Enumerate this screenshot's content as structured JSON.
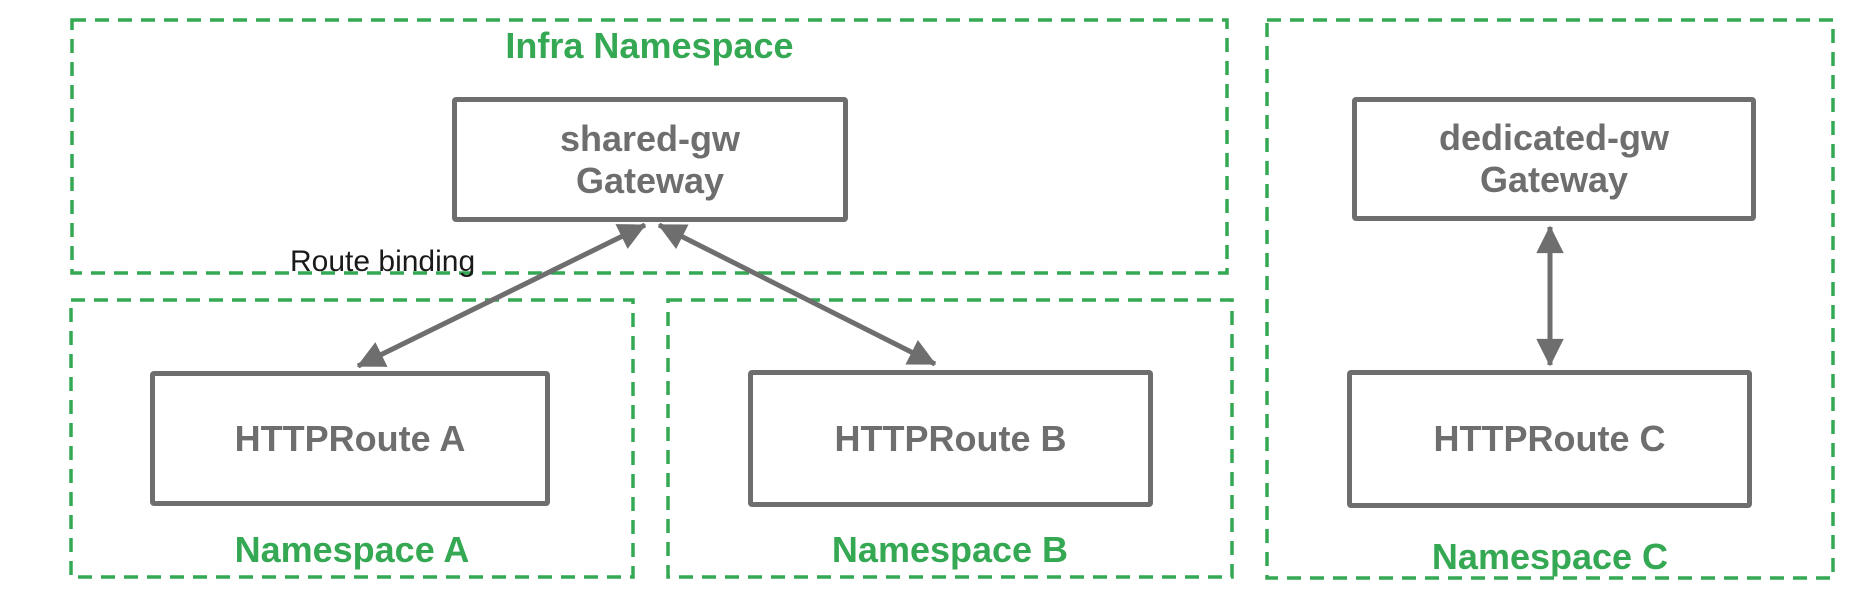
{
  "namespaces": {
    "infra": {
      "label": "Infra Namespace"
    },
    "a": {
      "label": "Namespace A"
    },
    "b": {
      "label": "Namespace B"
    },
    "c": {
      "label": "Namespace C"
    }
  },
  "nodes": {
    "shared_gw": {
      "name": "shared-gw",
      "kind": "Gateway"
    },
    "dedicated_gw": {
      "name": "dedicated-gw",
      "kind": "Gateway"
    },
    "route_a": {
      "label": "HTTPRoute A"
    },
    "route_b": {
      "label": "HTTPRoute B"
    },
    "route_c": {
      "label": "HTTPRoute C"
    }
  },
  "annotations": {
    "route_binding_label": "Route binding"
  },
  "edges": [
    {
      "from": "route_a",
      "to": "shared_gw",
      "bidirectional": true,
      "label": "Route binding"
    },
    {
      "from": "route_b",
      "to": "shared_gw",
      "bidirectional": true
    },
    {
      "from": "route_c",
      "to": "dedicated_gw",
      "bidirectional": true
    }
  ],
  "colors": {
    "namespace_green": "#34a853",
    "node_gray": "#6e6e6e",
    "annotation_black": "#1a1a1a",
    "background": "#ffffff"
  }
}
